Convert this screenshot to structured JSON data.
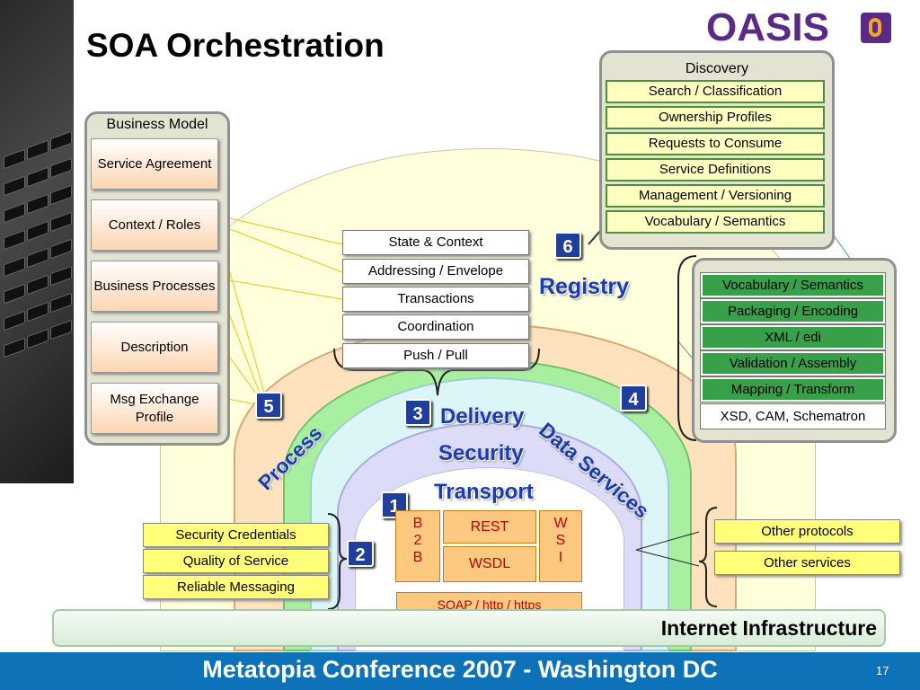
{
  "title": "SOA Orchestration",
  "logo": "OASIS",
  "business_model": {
    "title": "Business Model",
    "items": [
      "Service Agreement",
      "Context / Roles",
      "Business Processes",
      "Description",
      "Msg Exchange Profile"
    ]
  },
  "discovery": {
    "title": "Discovery",
    "items": [
      "Search / Classification",
      "Ownership Profiles",
      "Requests to Consume",
      "Service Definitions",
      "Management / Versioning",
      "Vocabulary / Semantics"
    ]
  },
  "process_items": [
    "State & Context",
    "Addressing /  Envelope",
    "Transactions",
    "Coordination",
    "Push / Pull"
  ],
  "data_services_items": [
    "Vocabulary / Semantics",
    "Packaging / Encoding",
    "XML / edi",
    "Validation / Assembly",
    "Mapping / Transform",
    "XSD, CAM, Schematron"
  ],
  "labels": {
    "registry": "Registry",
    "data_services": "Data Services",
    "process": "Process",
    "delivery": "Delivery",
    "security": "Security",
    "transport": "Transport",
    "internet": "Internet Infrastructure"
  },
  "numbers": [
    "1",
    "2",
    "3",
    "4",
    "5",
    "6"
  ],
  "left_items": [
    "Security Credentials",
    "Quality of Service",
    "Reliable Messaging"
  ],
  "right_items": [
    "Other protocols",
    "Other services"
  ],
  "transport_boxes": {
    "b2b": [
      "B",
      "2",
      "B"
    ],
    "rest": "REST",
    "wsdl": "WSDL",
    "wsi": [
      "W",
      "S",
      "I"
    ],
    "soap": "SOAP / http / https"
  },
  "footer": "Metatopia Conference 2007 - Washington DC",
  "page_number": "17",
  "colors": {
    "accent_blue": "#1a3cb0",
    "footer_blue": "#0d72b8",
    "oasis_purple": "#5b2a86"
  }
}
